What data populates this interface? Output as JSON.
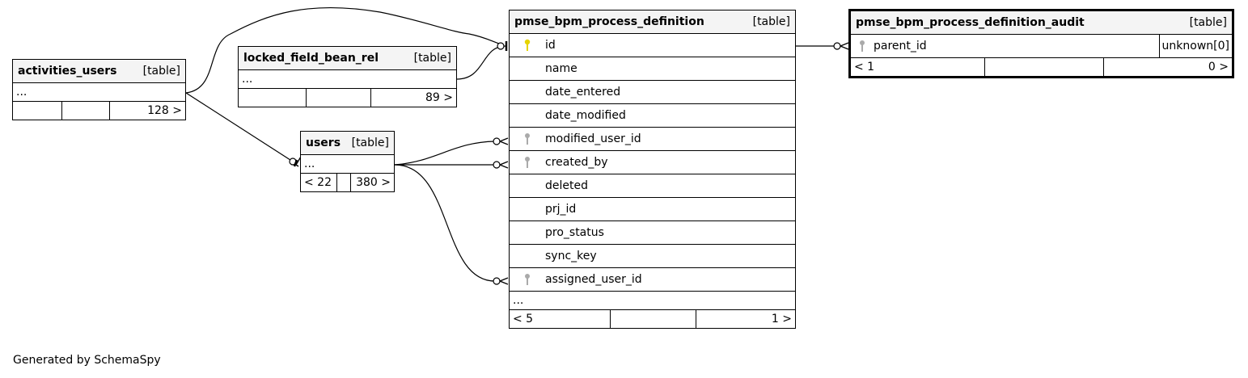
{
  "footer_text": "Generated by SchemaSpy",
  "tables": {
    "activities_users": {
      "name": "activities_users",
      "kind": "[table]",
      "ellipsis": "...",
      "parents": "",
      "children": "128 >"
    },
    "locked_field_bean_rel": {
      "name": "locked_field_bean_rel",
      "kind": "[table]",
      "ellipsis": "...",
      "parents": "",
      "children": "89 >"
    },
    "users": {
      "name": "users",
      "kind": "[table]",
      "ellipsis": "...",
      "parents": "< 22",
      "children": "380 >"
    },
    "pmse_bpm_process_definition": {
      "name": "pmse_bpm_process_definition",
      "kind": "[table]",
      "ellipsis": "...",
      "parents": "< 5",
      "children": "1 >",
      "columns": [
        "id",
        "name",
        "date_entered",
        "date_modified",
        "modified_user_id",
        "created_by",
        "deleted",
        "prj_id",
        "pro_status",
        "sync_key",
        "assigned_user_id"
      ]
    },
    "pmse_bpm_process_definition_audit": {
      "name": "pmse_bpm_process_definition_audit",
      "kind": "[table]",
      "columns": [
        "parent_id"
      ],
      "column_type": "unknown[0]",
      "parents": "< 1",
      "children": "0 >"
    }
  },
  "colors": {
    "primary_key": "#e6d400",
    "foreign_key": "#aaaaaa",
    "header_bg": "#f4f4f4"
  },
  "icons": {
    "pk": "primary-key-icon",
    "fk": "foreign-key-icon"
  }
}
